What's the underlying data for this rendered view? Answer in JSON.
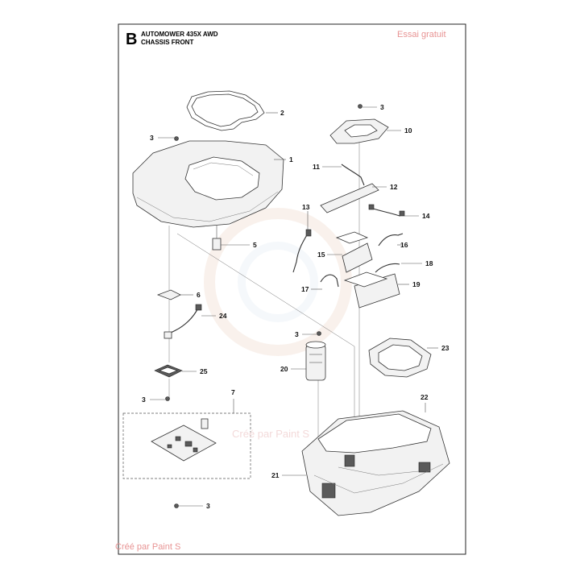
{
  "header": {
    "section_letter": "B",
    "title_line1": "AUTOMOWER 435X AWD",
    "title_line2": "CHASSIS FRONT"
  },
  "watermarks": {
    "top_right": "Essai gratuit",
    "bottom_left": "Créé par Paint S",
    "center": "Créé par Paint S"
  },
  "callouts": [
    {
      "id": "c1",
      "label": "1"
    },
    {
      "id": "c2",
      "label": "2"
    },
    {
      "id": "c3a",
      "label": "3"
    },
    {
      "id": "c3b",
      "label": "3"
    },
    {
      "id": "c3c",
      "label": "3"
    },
    {
      "id": "c3d",
      "label": "3"
    },
    {
      "id": "c3e",
      "label": "3"
    },
    {
      "id": "c5",
      "label": "5"
    },
    {
      "id": "c6",
      "label": "6"
    },
    {
      "id": "c7",
      "label": "7"
    },
    {
      "id": "c10",
      "label": "10"
    },
    {
      "id": "c11",
      "label": "11"
    },
    {
      "id": "c12",
      "label": "12"
    },
    {
      "id": "c13",
      "label": "13"
    },
    {
      "id": "c14",
      "label": "14"
    },
    {
      "id": "c15",
      "label": "15"
    },
    {
      "id": "c16",
      "label": "16"
    },
    {
      "id": "c17",
      "label": "17"
    },
    {
      "id": "c18",
      "label": "18"
    },
    {
      "id": "c19",
      "label": "19"
    },
    {
      "id": "c20",
      "label": "20"
    },
    {
      "id": "c21",
      "label": "21"
    },
    {
      "id": "c22",
      "label": "22"
    },
    {
      "id": "c23",
      "label": "23"
    },
    {
      "id": "c24",
      "label": "24"
    },
    {
      "id": "c25",
      "label": "25"
    }
  ]
}
